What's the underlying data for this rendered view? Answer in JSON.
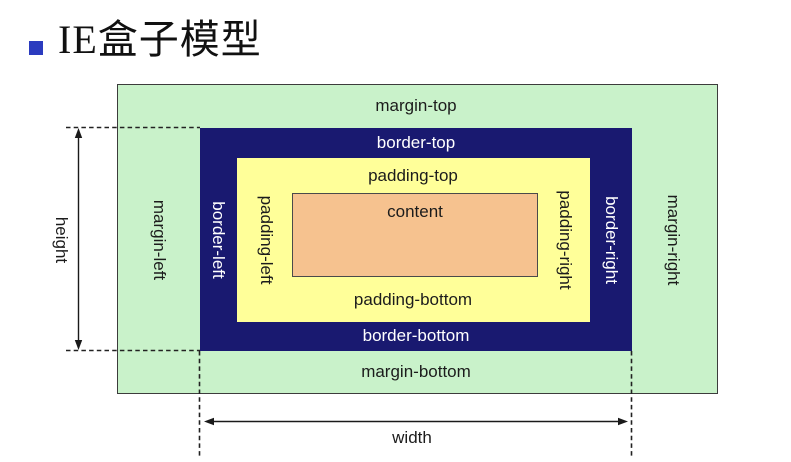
{
  "title": {
    "text": "IE盒子模型",
    "bullet_icon": "square-bullet"
  },
  "box_model": {
    "margin": {
      "top": "margin-top",
      "right": "margin-right",
      "bottom": "margin-bottom",
      "left": "margin-left"
    },
    "border": {
      "top": "border-top",
      "right": "border-right",
      "bottom": "border-bottom",
      "left": "border-left"
    },
    "padding": {
      "top": "padding-top",
      "right": "padding-right",
      "bottom": "padding-bottom",
      "left": "padding-left"
    },
    "content": "content"
  },
  "dimension_markers": {
    "height": "height",
    "width": "width"
  },
  "colors": {
    "margin_area": "#c9f2ca",
    "border_area": "#191970",
    "padding_area": "#ffff99",
    "content_area": "#f6c28f",
    "title_bullet": "#2b3bbf",
    "label_dark": "#1c1c1c",
    "label_light": "#ffffff"
  }
}
